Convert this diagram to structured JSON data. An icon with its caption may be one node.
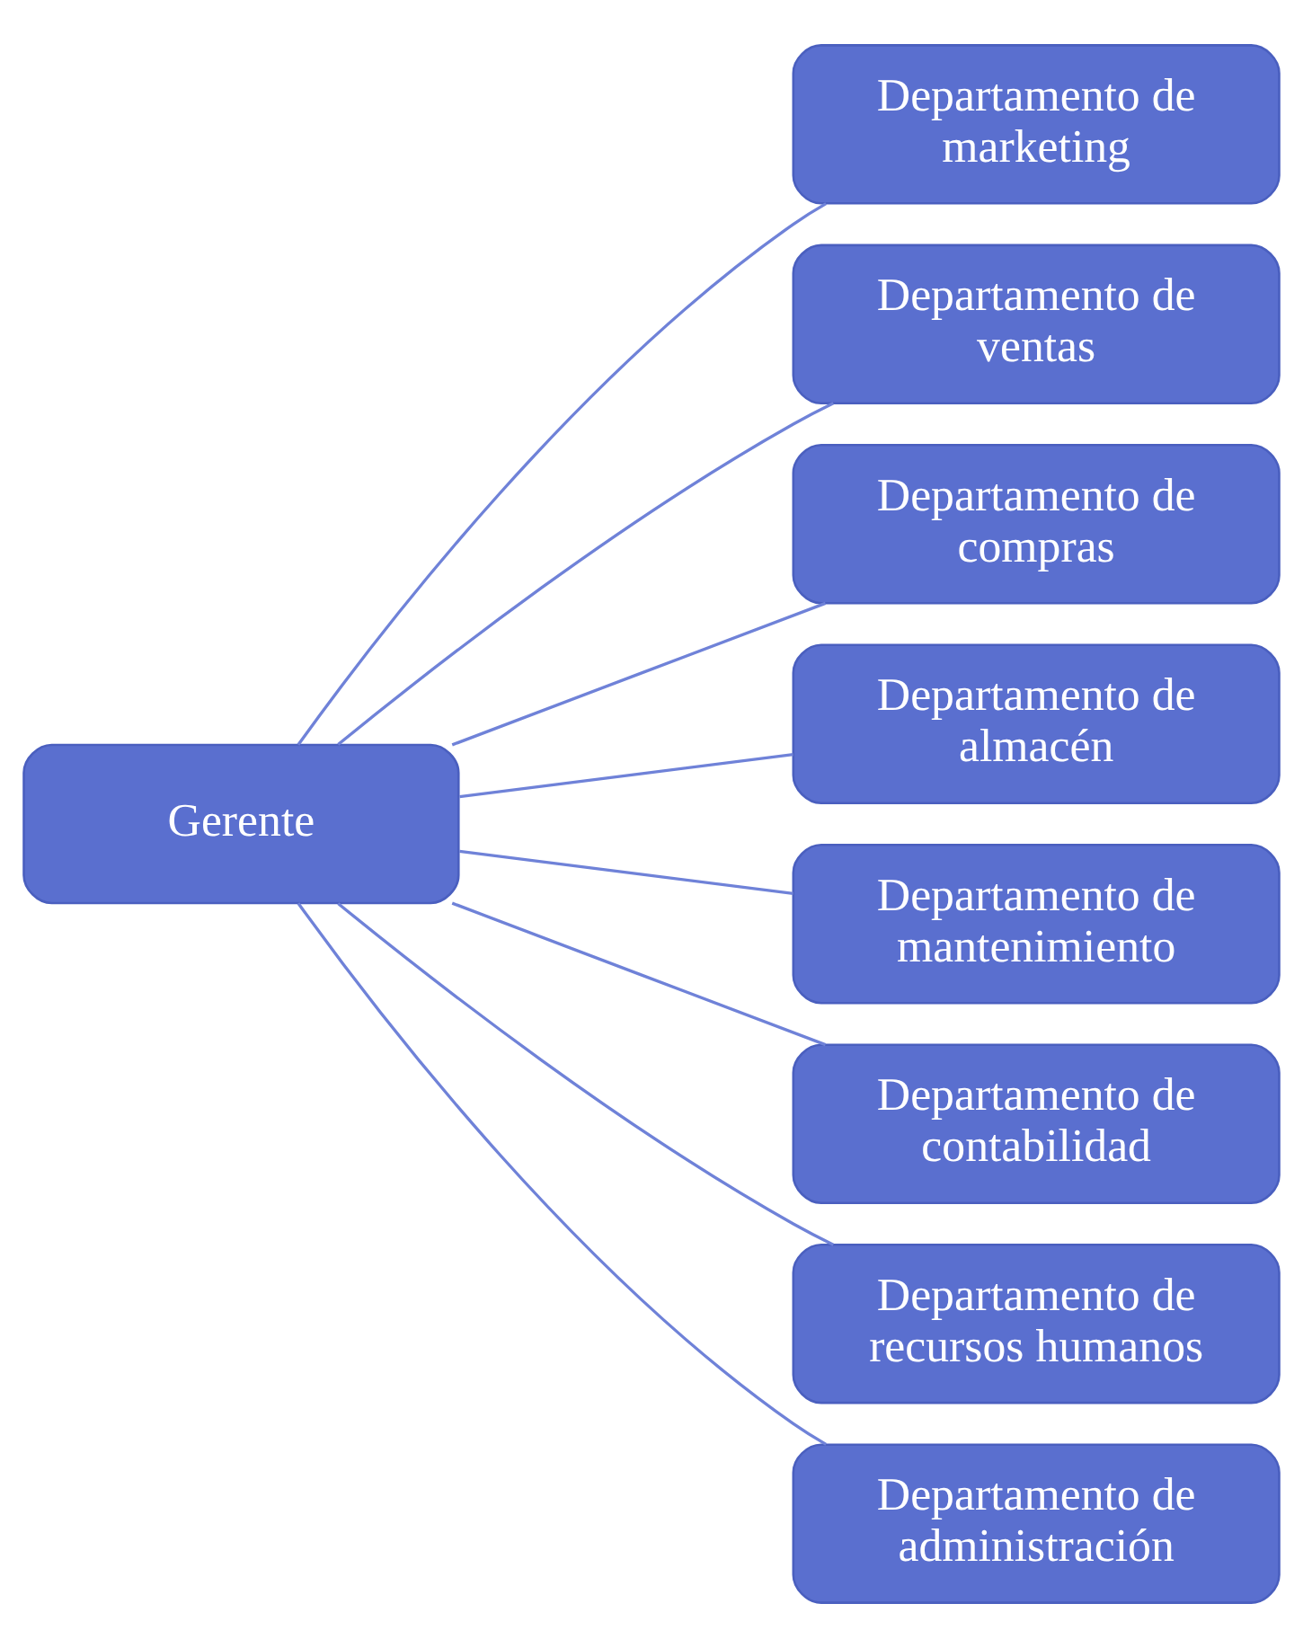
{
  "diagram": {
    "nodes": [
      {
        "text": [
          "Gerente"
        ]
      },
      {
        "text": [
          "Departamento de marketing"
        ]
      },
      {
        "text": [
          "Departamento de ventas"
        ]
      },
      {
        "text": [
          "Departamento de compras"
        ]
      },
      {
        "text": [
          "Departamento de almacén"
        ]
      },
      {
        "text": [
          "Departamento de mantenimiento"
        ]
      },
      {
        "text": [
          "Departamento de contabilidad"
        ]
      },
      {
        "text": [
          "Departamento de recursos humanos"
        ]
      },
      {
        "text": [
          "Departamento de administración"
        ]
      }
    ],
    "edges": [
      {
        "from": 0,
        "to": 1,
        "arrow": "none"
      },
      {
        "from": 0,
        "to": 2,
        "arrow": "none"
      },
      {
        "from": 0,
        "to": 3,
        "arrow": "none"
      },
      {
        "from": 0,
        "to": 4,
        "arrow": "none"
      },
      {
        "from": 0,
        "to": 5,
        "arrow": "none"
      },
      {
        "from": 0,
        "to": 6,
        "arrow": "none"
      },
      {
        "from": 0,
        "to": 7,
        "arrow": "none"
      },
      {
        "from": 0,
        "to": 8,
        "arrow": "none"
      }
    ]
  }
}
